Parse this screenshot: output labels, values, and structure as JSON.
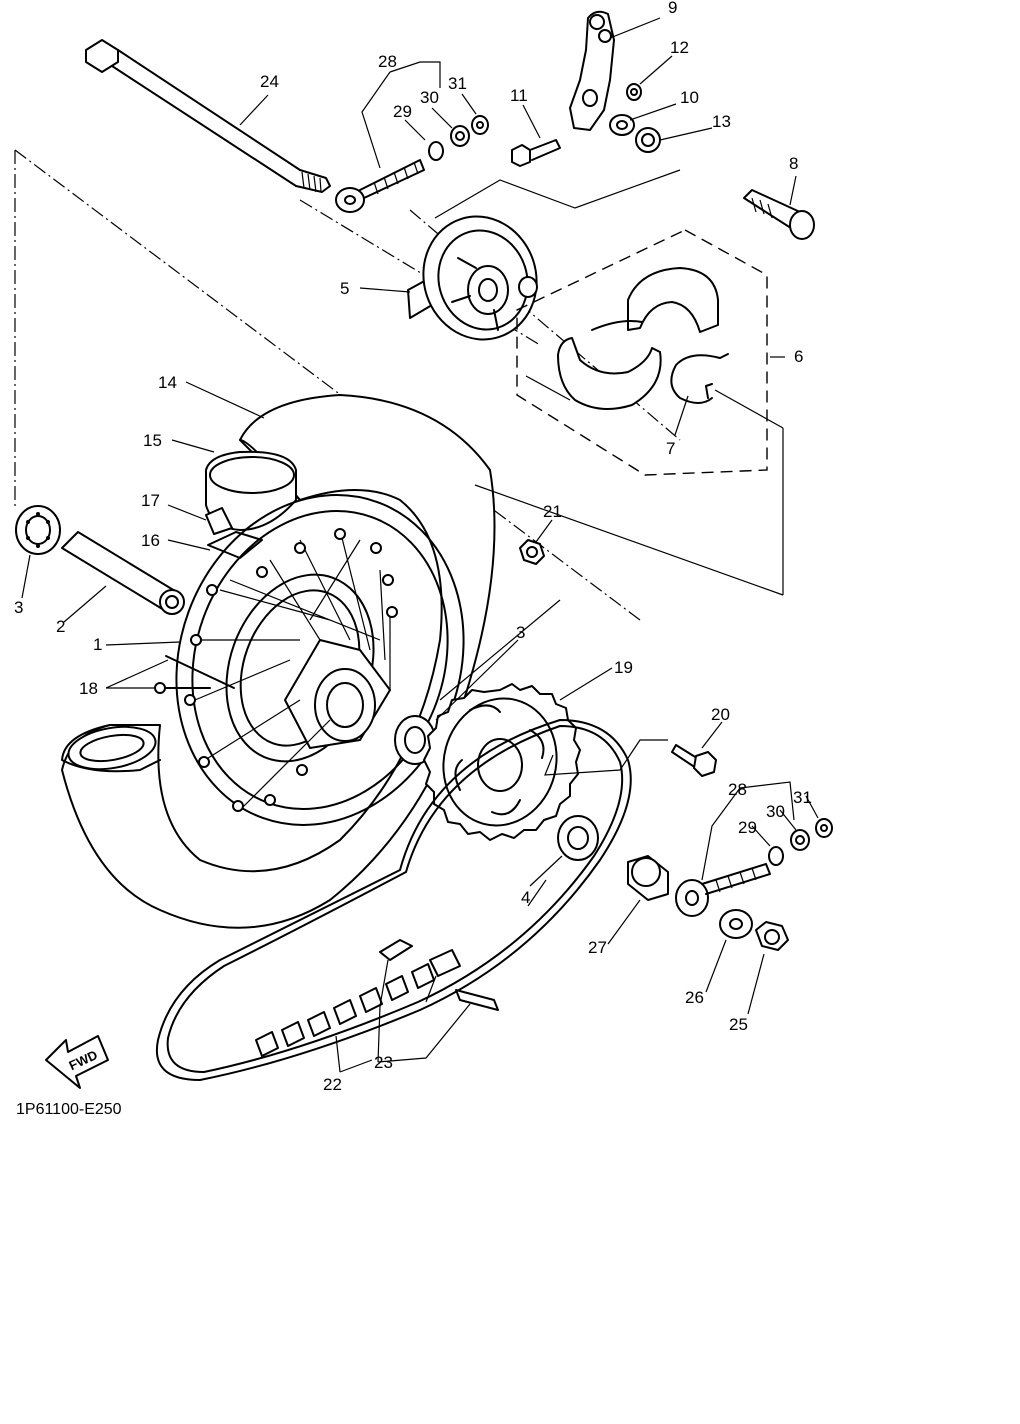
{
  "diagram_code": "1P61100-E250",
  "fwd_label": "FWD",
  "callouts": {
    "c1": "1",
    "c2": "2",
    "c3a": "3",
    "c3b": "3",
    "c4": "4",
    "c5": "5",
    "c6": "6",
    "c7": "7",
    "c8": "8",
    "c9": "9",
    "c10": "10",
    "c11": "11",
    "c12": "12",
    "c13": "13",
    "c14": "14",
    "c15": "15",
    "c16": "16",
    "c17": "17",
    "c18": "18",
    "c19": "19",
    "c20": "20",
    "c21": "21",
    "c22": "22",
    "c23": "23",
    "c24": "24",
    "c25": "25",
    "c26": "26",
    "c27": "27",
    "c28a": "28",
    "c29a": "29",
    "c30a": "30",
    "c31a": "31",
    "c28b": "28",
    "c29b": "29",
    "c30b": "30",
    "c31b": "31"
  }
}
